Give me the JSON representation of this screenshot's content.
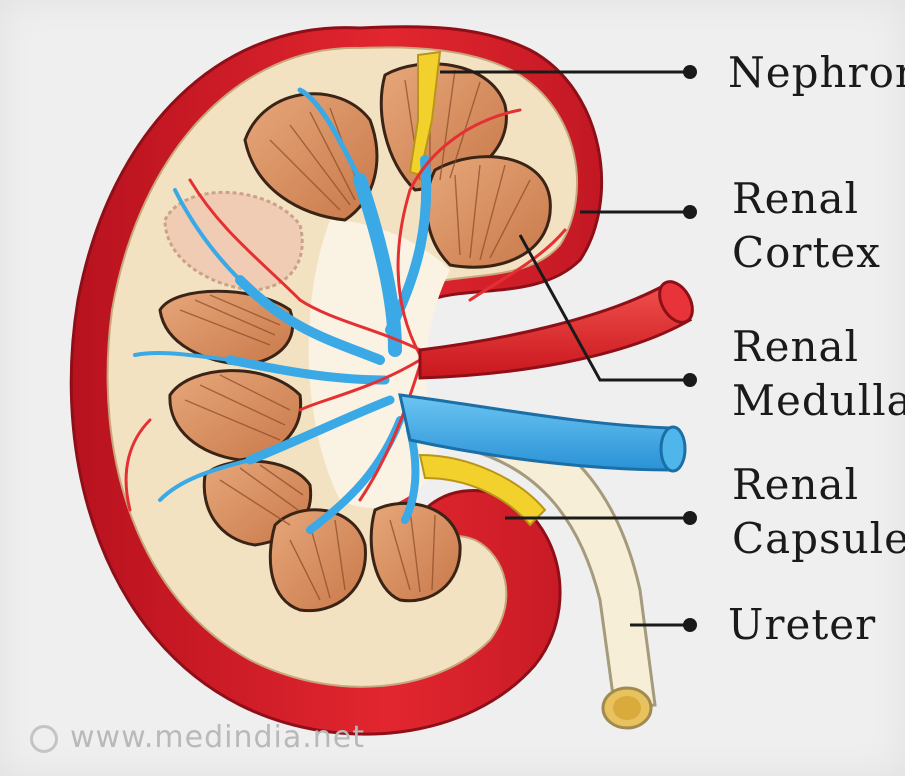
{
  "labels": {
    "nephron": "Nephron",
    "renal_cortex": [
      "Renal",
      "Cortex"
    ],
    "renal_medulla": [
      "Renal",
      "Medulla"
    ],
    "renal_capsule": [
      "Renal",
      "Capsule"
    ],
    "ureter": "Ureter"
  },
  "watermark": "www.medindia.net",
  "colors": {
    "capsule_red": "#d6202f",
    "cortex": "#f3e2c2",
    "pyramid": "#d98e5f",
    "artery": "#e53033",
    "vein": "#3aa9e6",
    "ureter": "#f5ecd2",
    "nephron": "#f2d12c"
  }
}
